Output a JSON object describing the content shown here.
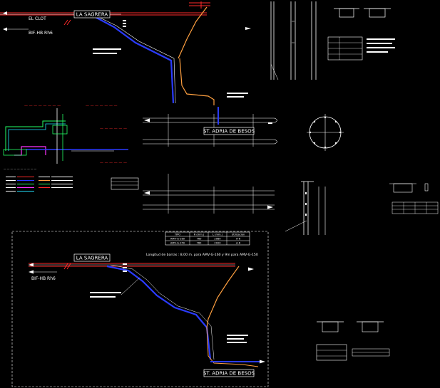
{
  "top_diagram": {
    "label_clot": "EL CLOT",
    "label_line": "BIF-HB Rh6",
    "label_sagrera": "LA SAGRERA"
  },
  "mid_diagram": {
    "label_adria": "ST. ADRIA DE BESOS"
  },
  "lower_diagram": {
    "label_sagrera": "LA SAGRERA",
    "label_line": "BIF-HB Rh6",
    "label_adria": "ST. ADRIA DE BESOS",
    "length_note": "Longitud de barras : 8,00 m. para AMV-G-160 y 9m para AMV-G-150"
  },
  "table": {
    "headers": [
      "TIPO",
      "R (mm.)",
      "L (mm.)",
      "Utilizacion"
    ],
    "rows": [
      [
        "AMV-G-160",
        "760",
        "2080",
        "A-6"
      ],
      [
        "AMV-G-150",
        "760",
        "2020",
        "A-6"
      ]
    ]
  },
  "colors": {
    "background": "#000000",
    "red_track": "#ff2a2a",
    "blue_track": "#2a3bff",
    "orange_track": "#ffa040",
    "white_line": "#ffffff",
    "green_line": "#22ff66",
    "cyan_line": "#22e0ff",
    "magenta_line": "#ff33ff"
  }
}
